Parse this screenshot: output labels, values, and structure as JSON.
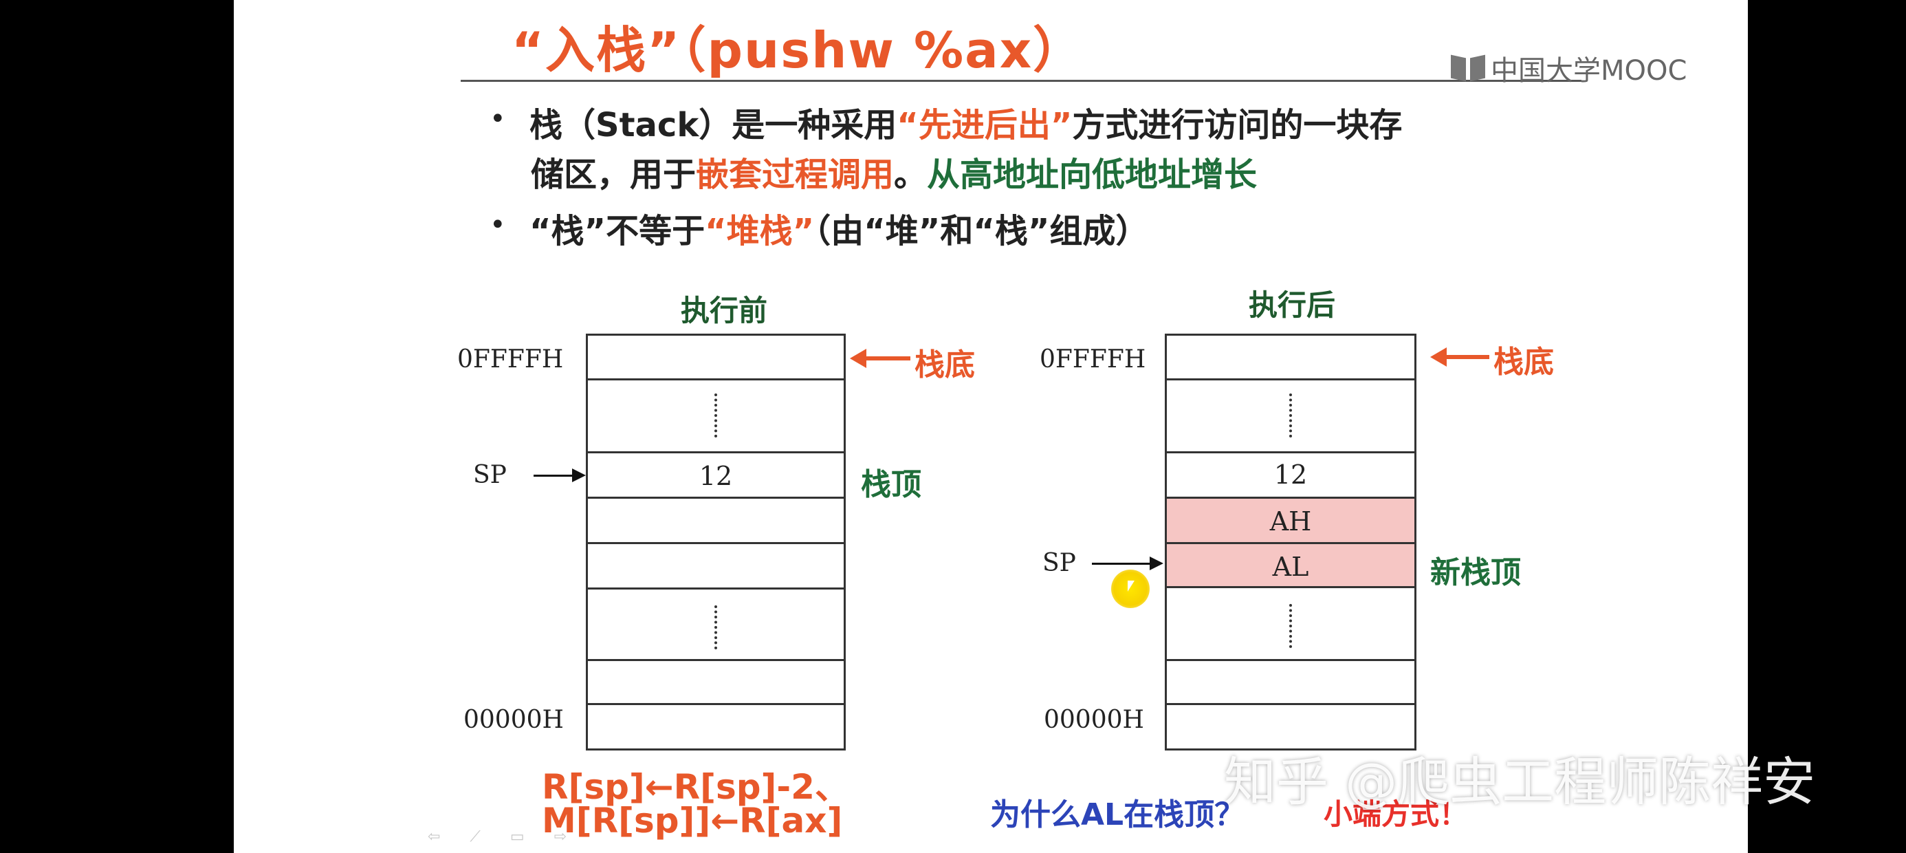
{
  "slide": {
    "title": "“入栈”（pushw %ax）",
    "logo_text": "中国大学MOOC",
    "bullet1": {
      "part1": "栈（Stack）是一种采用",
      "part2": "“先进后出”",
      "part3": "方式进行访问的一块存",
      "line2_part1": "储区，用于",
      "line2_part2": "嵌套过程调用",
      "line2_part3": "。",
      "line2_part4": "从高地址向低地址增长"
    },
    "bullet2": {
      "part1": "“栈”不等于",
      "part2": "“堆栈”",
      "part3": "（由“堆”和“栈”组成）"
    },
    "bullet_symbol": "•",
    "before": {
      "label": "执行前",
      "top_addr": "0FFFFH",
      "bottom_addr": "00000H",
      "sp_label": "SP",
      "cell_value": "12",
      "bottom_label": "栈底",
      "top_label": "栈顶"
    },
    "after": {
      "label": "执行后",
      "top_addr": "0FFFFH",
      "bottom_addr": "00000H",
      "sp_label": "SP",
      "cell_value": "12",
      "ah": "AH",
      "al": "AL",
      "bottom_label": "栈底",
      "new_top_label": "新栈顶"
    },
    "formula_line1": "R[sp]←R[sp]-2、",
    "formula_line2": "M[R[sp]]←R[ax]",
    "question": "为什么AL在栈顶？",
    "answer": "小端方式！",
    "nav_controls": "⇦ ⟋ ▭ ⇨"
  },
  "watermark": "知乎 @爬虫工程师陈祥安",
  "colors": {
    "accent_orange": "#e8582a",
    "green": "#1f6e3a",
    "blue": "#2c44b8",
    "pink_cell": "#f6c6c4"
  }
}
